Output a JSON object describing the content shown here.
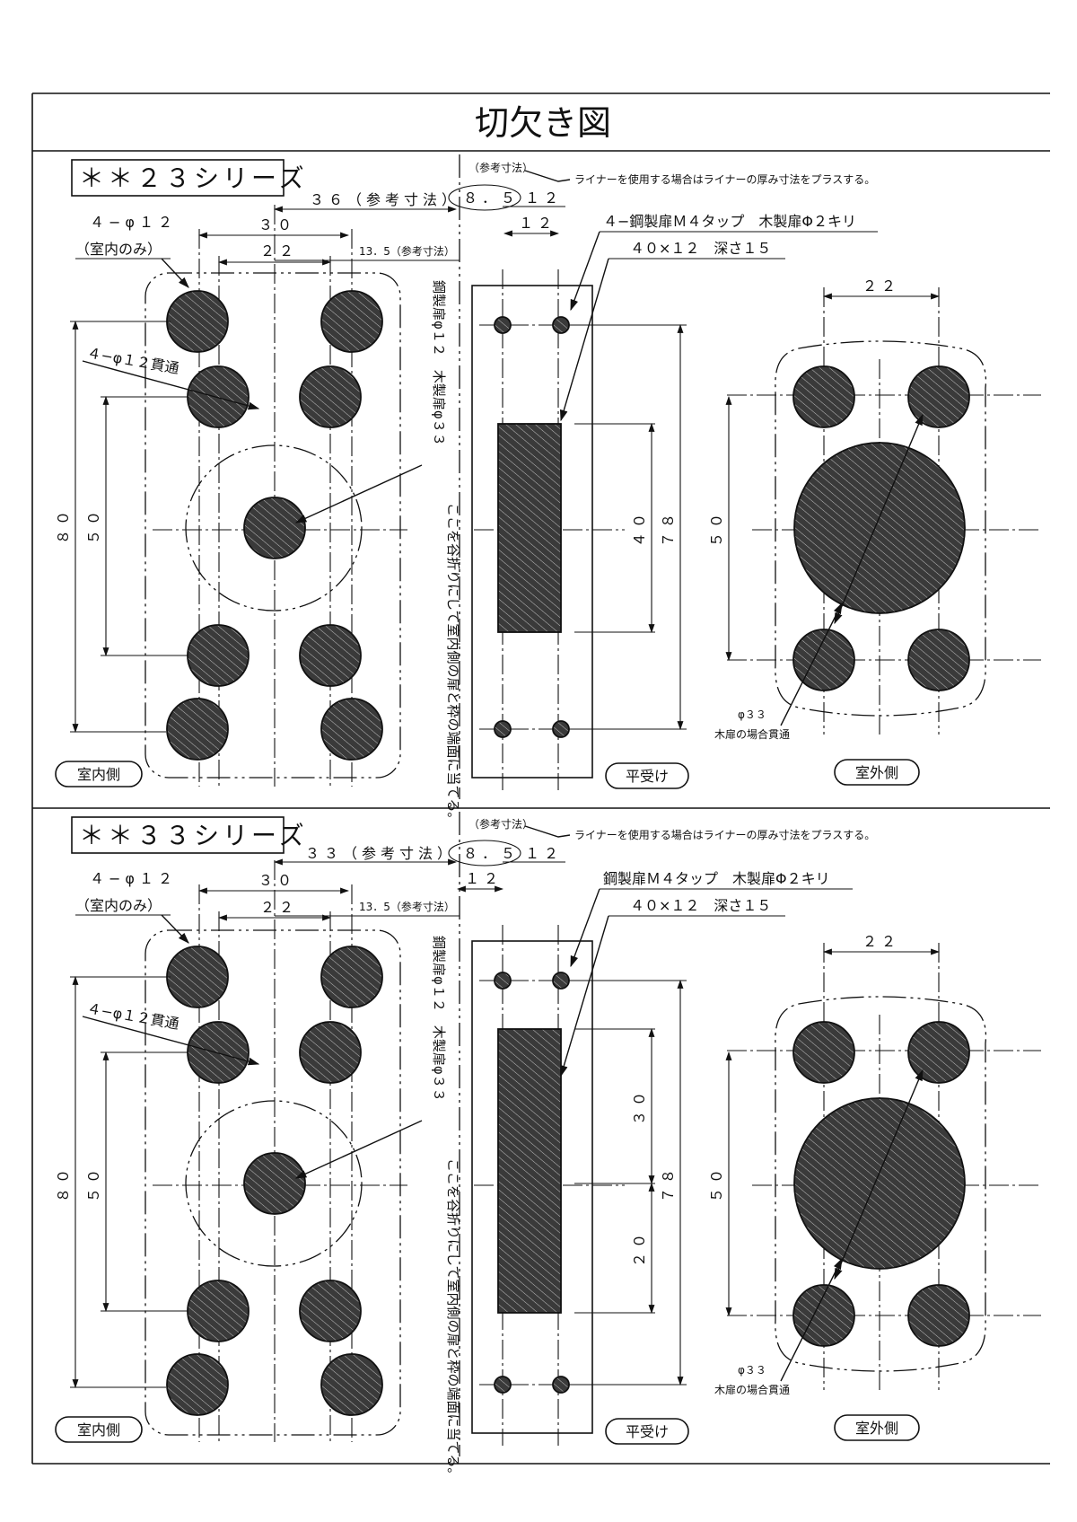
{
  "title": "切欠き図",
  "sections": [
    {
      "series": "＊＊２３シリーズ",
      "dim_ref_a": "３６（参考寸法）",
      "dim_30": "３０",
      "dim_22": "２２",
      "hole_spec": "４−φ１２",
      "hole_note": "（室内のみ）",
      "through_spec": "４−φ１２貫通",
      "dim_13_5": "13．5（参考寸法）",
      "ref_label": "（参考寸法）",
      "dim_8_5": "８．５",
      "dim_12_top": "１２",
      "dim_12_mid": "１２",
      "liner_note": "ライナーを使用する場合はライナーの厚み寸法をプラスする。",
      "tap_note": "４−鋼製扉Ｍ４タップ　木製扉Φ２キリ",
      "pocket_note": "４０×１２　深さ１５",
      "vertical_note_1": "鋼製扉φ１２　木製扉φ３３",
      "vertical_note_2": "ここを谷折りにして室内側の扉と枠の端面に当てる。",
      "dim_80": "８０",
      "dim_50": "５０",
      "dim_40": "４０",
      "dim_78": "７８",
      "dim_22_out": "２２",
      "dim_50_out": "５０",
      "phi33": "φ３３",
      "wood_note": "木扉の場合貫通",
      "label_inside": "室内側",
      "label_plate": "平受け",
      "label_outside": "室外側"
    },
    {
      "series": "＊＊３３シリーズ",
      "dim_ref_a": "３３（参考寸法）",
      "dim_30": "３０",
      "dim_22": "２２",
      "hole_spec": "４−φ１２",
      "hole_note": "（室内のみ）",
      "through_spec": "４−φ１２貫通",
      "dim_13_5": "13．5（参考寸法）",
      "ref_label": "（参考寸法）",
      "dim_8_5": "８．５",
      "dim_12_top": "１２",
      "dim_12_mid": "１２",
      "liner_note": "ライナーを使用する場合はライナーの厚み寸法をプラスする。",
      "tap_note": "鋼製扉Ｍ４タップ　木製扉Φ２キリ",
      "pocket_note": "４０×１２　深さ１５",
      "vertical_note_1": "鋼製扉φ１２　木製扉φ３３",
      "vertical_note_2": "ここを谷折りにして室内側の扉と枠の端面に当てる。",
      "dim_80": "８０",
      "dim_50": "５０",
      "dim_30_pocket": "３０",
      "dim_20_pocket": "２０",
      "dim_78": "７８",
      "dim_22_out": "２２",
      "dim_50_out": "５０",
      "phi33": "φ３３",
      "wood_note": "木扉の場合貫通",
      "label_inside": "室内側",
      "label_plate": "平受け",
      "label_outside": "室外側"
    }
  ]
}
